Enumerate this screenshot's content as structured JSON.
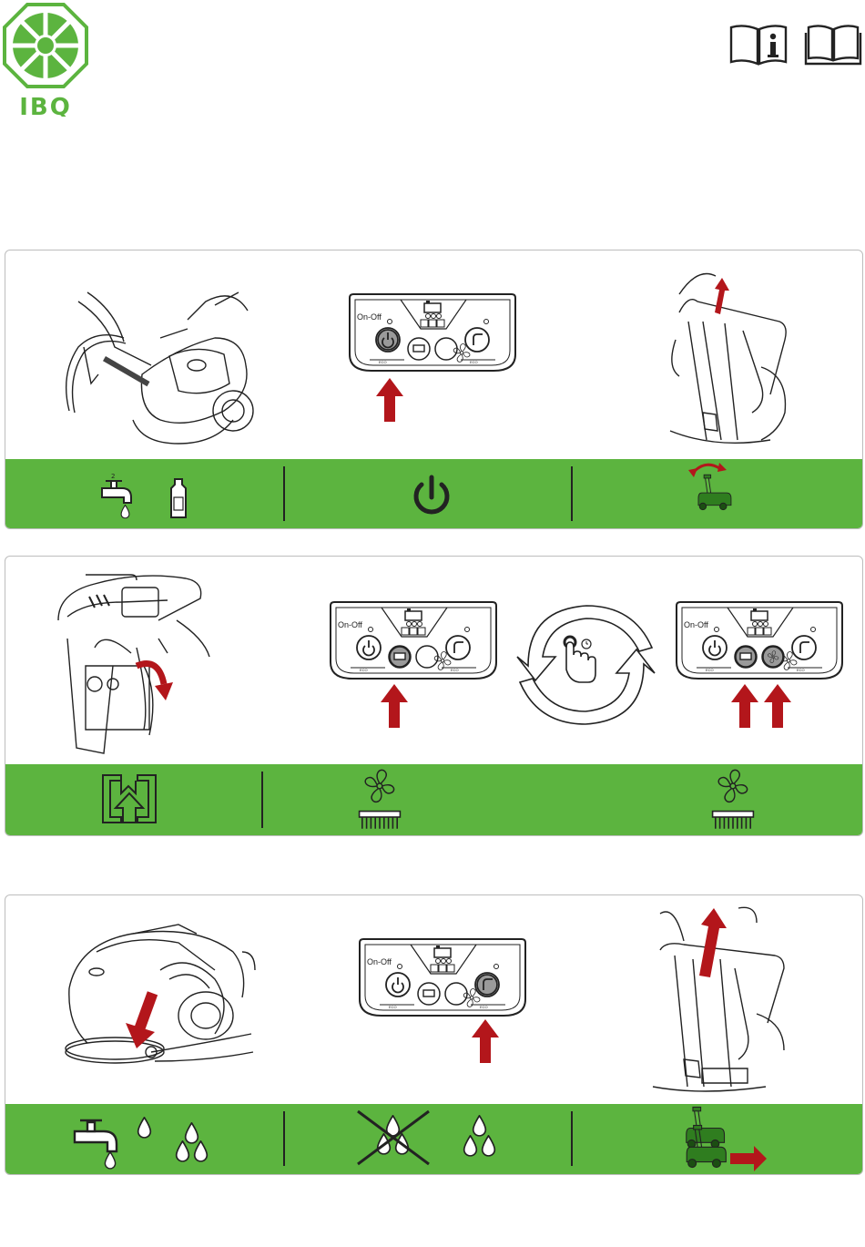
{
  "brand": {
    "name": "IBQ",
    "color": "#5cb43f"
  },
  "header_icons": [
    {
      "icon": "manual-info-icon"
    },
    {
      "icon": "manual-book-icon"
    }
  ],
  "control_panel": {
    "on_off_label": "On-Off",
    "eco_label": "ECO"
  },
  "colors": {
    "band": "#5cb43f",
    "arrow": "#b3161b",
    "line": "#222222"
  },
  "sections": [
    {
      "steps": [
        {
          "illustration": "fill-water-tank",
          "icon": "tap-and-detergent-icon"
        },
        {
          "illustration": "press-on-off-button",
          "icon": "power-icon"
        },
        {
          "illustration": "lift-handle",
          "icon": "machine-tilt-icon"
        }
      ]
    },
    {
      "steps": [
        {
          "illustration": "lower-brush-lever",
          "icon": "lower-brush-icon"
        },
        {
          "illustration": "press-brush-button",
          "icon": "fan-brush-icon"
        },
        {
          "illustration": "press-and-hold",
          "icon": "hold-timer-icon"
        },
        {
          "illustration": "press-brush-and-vacuum-buttons",
          "icon": "fan-brush-icon"
        }
      ]
    },
    {
      "steps": [
        {
          "illustration": "open-water-valve",
          "icon": "water-flow-icon"
        },
        {
          "illustration": "press-water-button",
          "icon": "water-off-icon"
        },
        {
          "illustration": "push-machine-forward",
          "icon": "machine-forward-icon"
        }
      ]
    }
  ]
}
